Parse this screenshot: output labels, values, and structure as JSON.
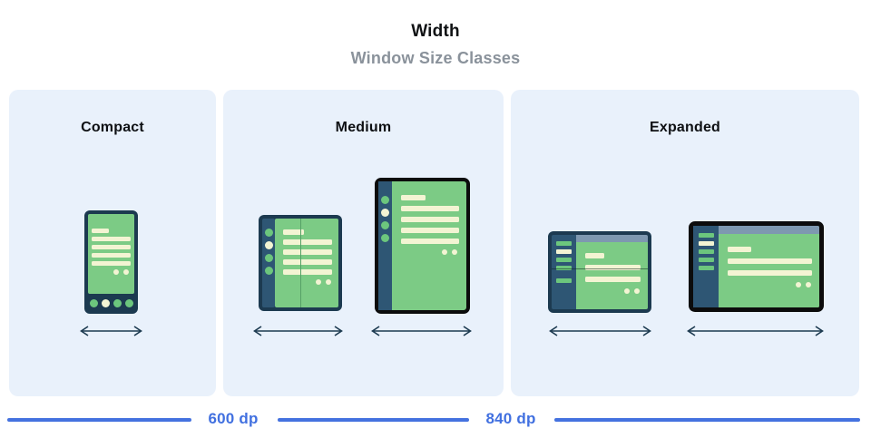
{
  "header": {
    "title": "Width",
    "subtitle": "Window Size Classes"
  },
  "panels": [
    {
      "id": "compact",
      "label": "Compact",
      "devices": [
        "phone-portrait"
      ]
    },
    {
      "id": "medium",
      "label": "Medium",
      "devices": [
        "foldable-open-portrait",
        "tablet-portrait"
      ]
    },
    {
      "id": "expanded",
      "label": "Expanded",
      "devices": [
        "foldable-open-landscape",
        "tablet-landscape"
      ]
    }
  ],
  "scale": {
    "labels": [
      {
        "text": "600 dp"
      },
      {
        "text": "840 dp"
      }
    ]
  },
  "colors": {
    "panel_bg": "#e9f1fb",
    "device_frame_navy": "#1c3a50",
    "rail_navy": "#2e5674",
    "screen_green": "#7ccb85",
    "skeleton_cream": "#f3f4d3",
    "top_bar_blue_gray": "#7e98b0",
    "device_border_black": "#0c0c0c",
    "accent_blue": "#4472df",
    "subtitle_gray": "#8a929b"
  }
}
